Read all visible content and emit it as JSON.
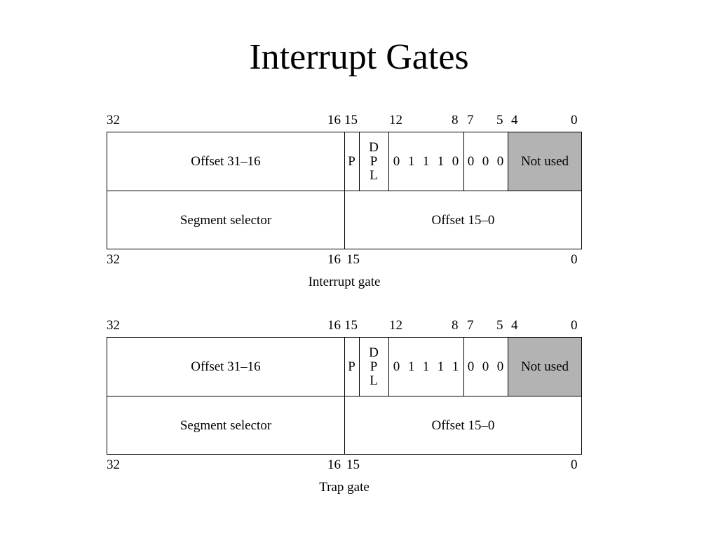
{
  "title": "Interrupt Gates",
  "bit_labels_top": [
    "32",
    "16",
    "15",
    "12",
    "8",
    "7",
    "5",
    "4",
    "0"
  ],
  "bit_labels_bottom": [
    "32",
    "16",
    "15",
    "0"
  ],
  "gates": [
    {
      "caption": "Interrupt gate",
      "offset_high": "Offset 31–16",
      "present": "P",
      "dpl": [
        "D",
        "P",
        "L"
      ],
      "type_bits": [
        "0",
        "1",
        "1",
        "1",
        "0"
      ],
      "reserved_bits": [
        "0",
        "0",
        "0"
      ],
      "not_used": "Not used",
      "segment_selector": "Segment selector",
      "offset_low": "Offset 15–0"
    },
    {
      "caption": "Trap gate",
      "offset_high": "Offset 31–16",
      "present": "P",
      "dpl": [
        "D",
        "P",
        "L"
      ],
      "type_bits": [
        "0",
        "1",
        "1",
        "1",
        "1"
      ],
      "reserved_bits": [
        "0",
        "0",
        "0"
      ],
      "not_used": "Not used",
      "segment_selector": "Segment selector",
      "offset_low": "Offset 15–0"
    }
  ],
  "colors": {
    "not_used_fill": "#b3b3b3",
    "line": "#000000"
  }
}
